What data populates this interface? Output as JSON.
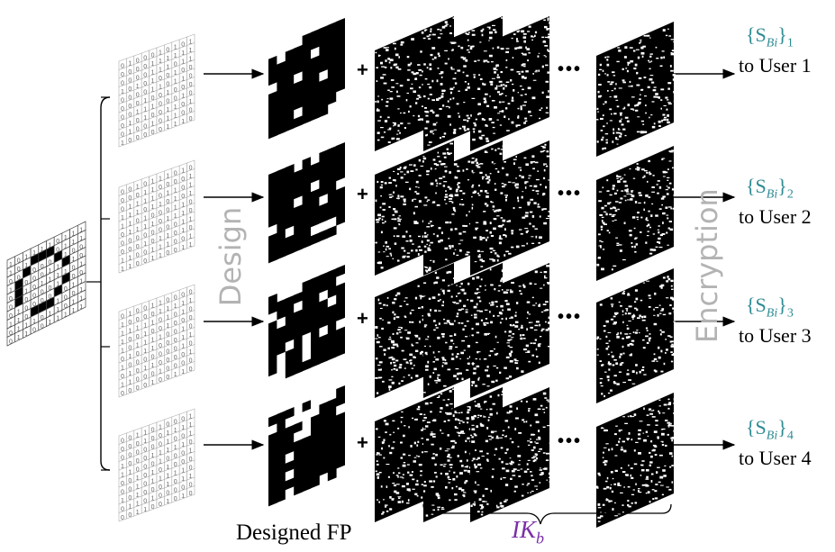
{
  "labels": {
    "design": "Design",
    "encryption": "Encryption",
    "designed_fp": "Designed FP",
    "ik_base": "IK",
    "ik_sub": "b"
  },
  "outputs": [
    {
      "set_open": "{S",
      "set_b": "B",
      "set_i": "i",
      "set_close": "}",
      "index": "1",
      "user": "to User 1"
    },
    {
      "set_open": "{S",
      "set_b": "B",
      "set_i": "i",
      "set_close": "}",
      "index": "2",
      "user": "to User 2"
    },
    {
      "set_open": "{S",
      "set_b": "B",
      "set_i": "i",
      "set_close": "}",
      "index": "3",
      "user": "to User 3"
    },
    {
      "set_open": "{S",
      "set_b": "B",
      "set_i": "i",
      "set_close": "}",
      "index": "4",
      "user": "to User 4"
    }
  ],
  "symbols": {
    "plus": "+",
    "ellipsis": "•••"
  },
  "colors": {
    "accent_teal": "#2e8b93",
    "ik_purple": "#7b2fa8",
    "watermark_gray": "#b3b3b3"
  }
}
